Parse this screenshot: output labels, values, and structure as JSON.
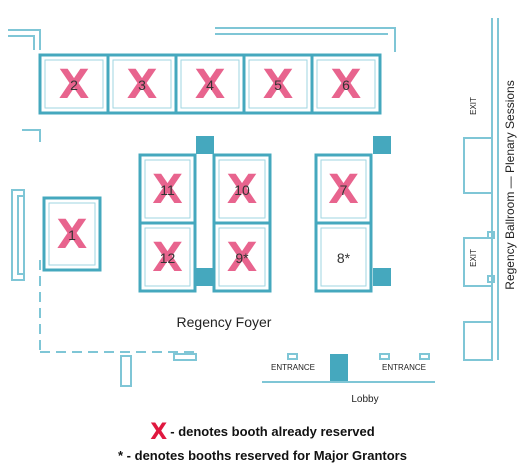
{
  "booths": [
    {
      "id": "b2",
      "number": "2",
      "reserved": true
    },
    {
      "id": "b3",
      "number": "3",
      "reserved": true
    },
    {
      "id": "b4",
      "number": "4",
      "reserved": true
    },
    {
      "id": "b5",
      "number": "5",
      "reserved": true
    },
    {
      "id": "b6",
      "number": "6",
      "reserved": true
    },
    {
      "id": "b1",
      "number": "1",
      "reserved": true
    },
    {
      "id": "b11",
      "number": "11",
      "reserved": true
    },
    {
      "id": "b10",
      "number": "10",
      "reserved": true
    },
    {
      "id": "b7",
      "number": "7",
      "reserved": true
    },
    {
      "id": "b12",
      "number": "12",
      "reserved": true
    },
    {
      "id": "b9",
      "number": "9*",
      "reserved": true
    },
    {
      "id": "b8",
      "number": "8*",
      "reserved": false
    }
  ],
  "labels": {
    "reserved_mark": "X",
    "foyer": "Regency Foyer",
    "ballroom": "Regency Ballroom — Plenary Sessions",
    "exit": "EXIT",
    "entrance": "ENTRANCE",
    "lobby": "Lobby"
  },
  "legend": {
    "mark": "X",
    "reserved_text": "- denotes booth already reserved",
    "grantor_text": "* - denotes booths reserved for Major Grantors"
  },
  "colors": {
    "booth_border": "#45a8be",
    "wall": "#7fc6d6",
    "reserved_mark": "#e8648e",
    "legend_mark": "#e0183f"
  }
}
